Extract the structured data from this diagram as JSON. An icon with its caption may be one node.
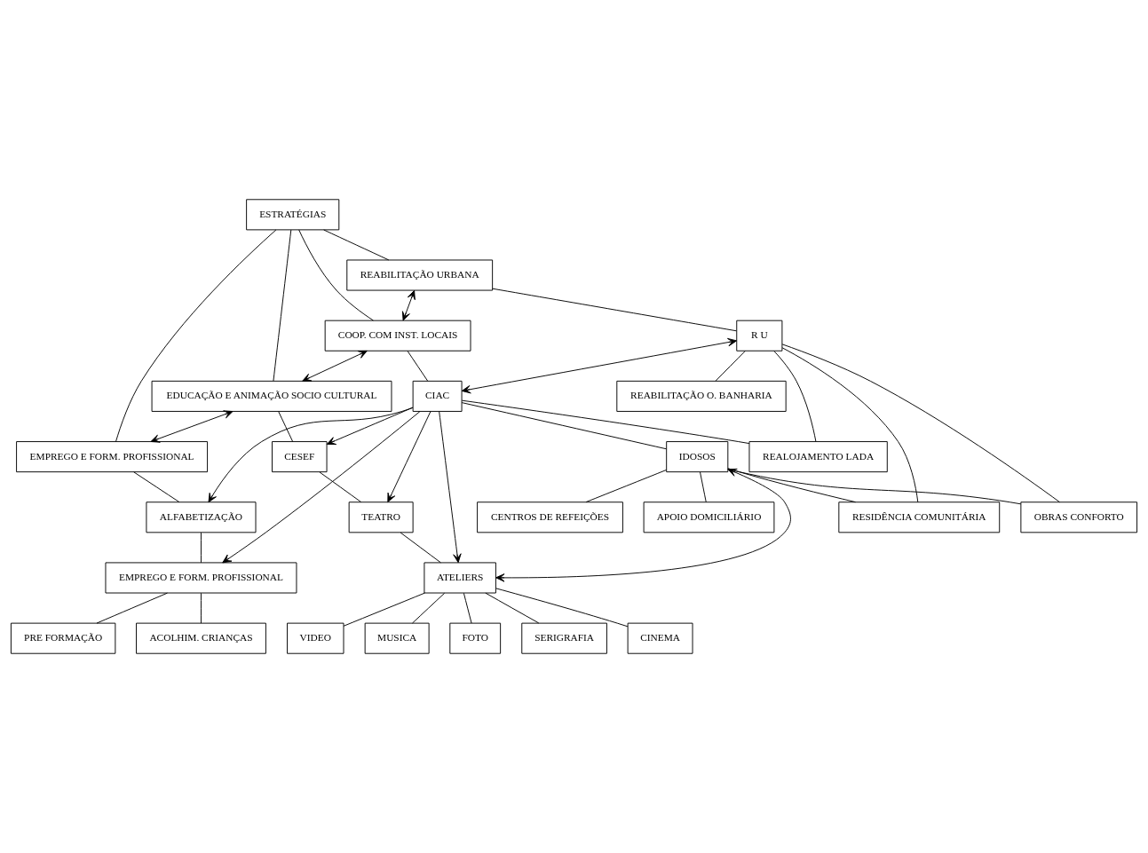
{
  "diagram": {
    "nodes": [
      {
        "text": [
          "ESTRATÉGIAS"
        ]
      },
      {
        "text": [
          "REABILITAÇÃO URBANA"
        ]
      },
      {
        "text": [
          "COOP. COM INST. LOCAIS"
        ]
      },
      {
        "text": [
          "EDUCAÇÃO E ANIMAÇÃO SOCIO CULTURAL"
        ]
      },
      {
        "text": [
          "EMPREGO E FORM. PROFISSIONAL"
        ]
      },
      {
        "text": [
          "R U"
        ]
      },
      {
        "text": [
          "CIAC"
        ]
      },
      {
        "text": [
          "CESEF"
        ]
      },
      {
        "text": [
          "ALFABETIZAÇÃO"
        ]
      },
      {
        "text": [
          "REABILITAÇÃO O. BANHARIA"
        ]
      },
      {
        "text": [
          "REALOJAMENTO LADA"
        ]
      },
      {
        "text": [
          "IDOSOS"
        ]
      },
      {
        "text": [
          "TEATRO"
        ]
      },
      {
        "text": [
          "EMPREGO E FORM. PROFISSIONAL"
        ]
      },
      {
        "text": [
          "OBRAS CONFORTO"
        ]
      },
      {
        "text": [
          "ATELIERS"
        ]
      },
      {
        "text": [
          "ACOLHIM. CRIANÇAS"
        ]
      },
      {
        "text": [
          "PRE FORMAÇÃO"
        ]
      },
      {
        "text": [
          "RESIDÊNCIA COMUNITÁRIA"
        ]
      },
      {
        "text": [
          "CENTROS DE REFEIÇÕES"
        ]
      },
      {
        "text": [
          "APOIO DOMICILIÁRIO"
        ]
      },
      {
        "text": [
          "CINEMA"
        ]
      },
      {
        "text": [
          "VIDEO"
        ]
      },
      {
        "text": [
          "MUSICA"
        ]
      },
      {
        "text": [
          "FOTO"
        ]
      },
      {
        "text": [
          "SERIGRAFIA"
        ]
      }
    ],
    "edges": [
      {
        "from": 0,
        "to": 1,
        "arrow": "none"
      },
      {
        "from": 0,
        "to": 2,
        "arrow": "none"
      },
      {
        "from": 0,
        "to": 3,
        "arrow": "none"
      },
      {
        "from": 0,
        "to": 4,
        "arrow": "none"
      },
      {
        "from": 1,
        "to": 2,
        "arrow": "both"
      },
      {
        "from": 2,
        "to": 3,
        "arrow": "both"
      },
      {
        "from": 3,
        "to": 4,
        "arrow": "both"
      },
      {
        "from": 1,
        "to": 5,
        "arrow": "none"
      },
      {
        "from": 2,
        "to": 6,
        "arrow": "none"
      },
      {
        "from": 3,
        "to": 7,
        "arrow": "none"
      },
      {
        "from": 4,
        "to": 8,
        "arrow": "none"
      },
      {
        "from": 5,
        "to": 6,
        "arrow": "both"
      },
      {
        "from": 6,
        "to": 7,
        "arrow": "to"
      },
      {
        "from": 6,
        "to": 8,
        "arrow": "to"
      },
      {
        "from": 6,
        "to": 13,
        "arrow": "to"
      },
      {
        "from": 6,
        "to": 12,
        "arrow": "to"
      },
      {
        "from": 6,
        "to": 15,
        "arrow": "to"
      },
      {
        "from": 5,
        "to": 9,
        "arrow": "none"
      },
      {
        "from": 5,
        "to": 10,
        "arrow": "none"
      },
      {
        "from": 5,
        "to": 14,
        "arrow": "none"
      },
      {
        "from": 5,
        "to": 18,
        "arrow": "none"
      },
      {
        "from": 6,
        "to": 10,
        "arrow": "none"
      },
      {
        "from": 6,
        "to": 11,
        "arrow": "none"
      },
      {
        "from": 11,
        "to": 14,
        "arrow": "none"
      },
      {
        "from": 11,
        "to": 15,
        "arrow": "both"
      },
      {
        "from": 11,
        "to": 18,
        "arrow": "none"
      },
      {
        "from": 11,
        "to": 19,
        "arrow": "none"
      },
      {
        "from": 11,
        "to": 20,
        "arrow": "none"
      },
      {
        "from": 7,
        "to": 12,
        "arrow": "none"
      },
      {
        "from": 12,
        "to": 15,
        "arrow": "none"
      },
      {
        "from": 8,
        "to": 13,
        "arrow": "none"
      },
      {
        "from": 13,
        "to": 16,
        "arrow": "none"
      },
      {
        "from": 13,
        "to": 17,
        "arrow": "none"
      },
      {
        "from": 15,
        "to": 21,
        "arrow": "none"
      },
      {
        "from": 15,
        "to": 22,
        "arrow": "none"
      },
      {
        "from": 15,
        "to": 23,
        "arrow": "none"
      },
      {
        "from": 15,
        "to": 24,
        "arrow": "none"
      },
      {
        "from": 15,
        "to": 25,
        "arrow": "none"
      }
    ]
  }
}
